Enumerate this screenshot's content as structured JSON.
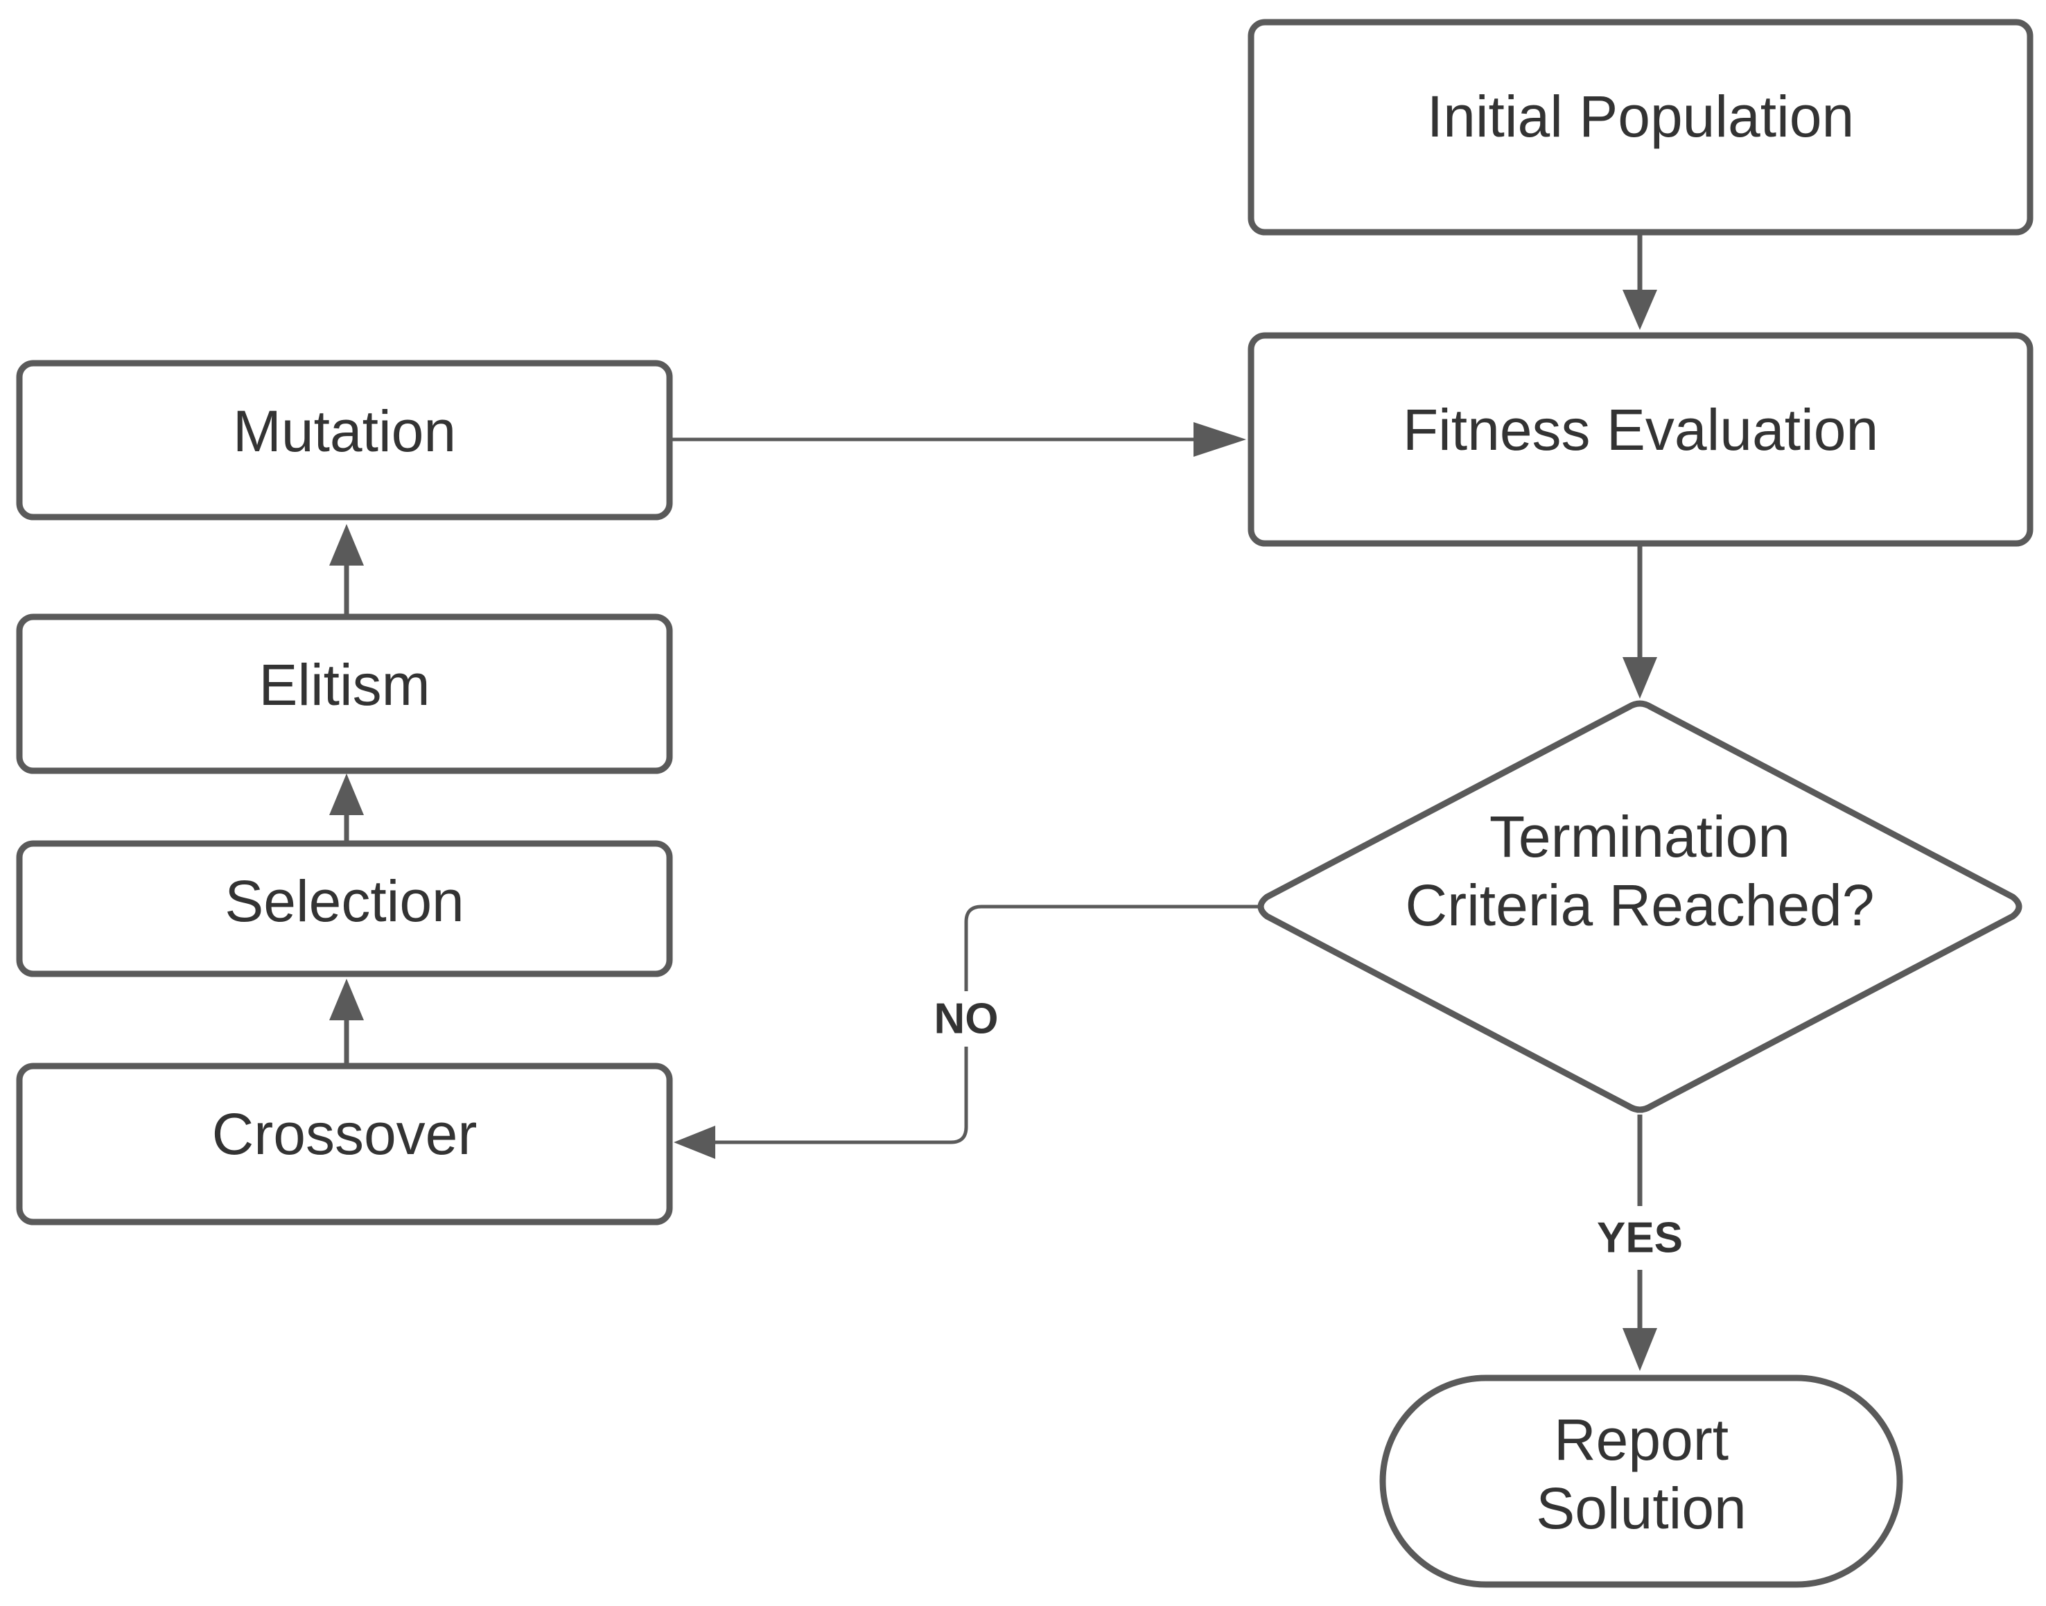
{
  "nodes": {
    "initial_population": "Initial Population",
    "fitness_evaluation": "Fitness Evaluation",
    "termination_line1": "Termination",
    "termination_line2": "Criteria Reached?",
    "report_line1": "Report",
    "report_line2": "Solution",
    "mutation": "Mutation",
    "elitism": "Elitism",
    "selection": "Selection",
    "crossover": "Crossover"
  },
  "edges": {
    "no_label": "NO",
    "yes_label": "YES"
  },
  "colors": {
    "stroke": "#5a5a5a",
    "text": "#333333",
    "background": "#ffffff"
  }
}
